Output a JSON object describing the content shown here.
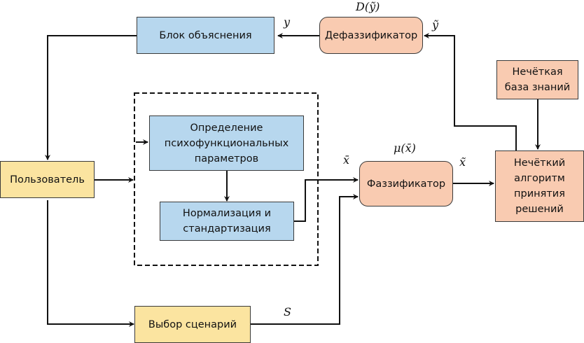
{
  "diagram": {
    "language": "ru",
    "nodes": {
      "explanation": {
        "label": "Блок объяснения",
        "color": "#b7d7ee"
      },
      "defuzzifier": {
        "label": "Дефаззификатор",
        "color": "#f9cbb1"
      },
      "knowledge_base": {
        "label": "Нечёткая\nбаза знаний",
        "color": "#f9cbb1"
      },
      "determination": {
        "label": "Определение\nпсихофункциональных\nпараметров",
        "color": "#b7d7ee"
      },
      "normalization": {
        "label": "Нормализация и\nстандартизация",
        "color": "#b7d7ee"
      },
      "user": {
        "label": "Пользователь",
        "color": "#fbe4a0"
      },
      "fuzzifier": {
        "label": "Фаззификатор",
        "color": "#f9cbb1"
      },
      "decision_algorithm": {
        "label": "Нечёткий\nалгоритм\nпринятия\nрешений",
        "color": "#f9cbb1"
      },
      "scenario_choice": {
        "label": "Выбор сценарий",
        "color": "#fbe4a0"
      }
    },
    "labels": {
      "y": "y",
      "y_tilde": "ỹ",
      "d_y_tilde": "D(ỹ)",
      "x_bar": "x̄",
      "mu_x_bar": "μ(x̄)",
      "x_tilde": "x̃",
      "s": "S"
    },
    "edges": [
      {
        "from": "decision_algorithm",
        "to": "defuzzifier",
        "label": "ỹ"
      },
      {
        "from": "defuzzifier",
        "to": "explanation",
        "label": "y"
      },
      {
        "from": "explanation",
        "to": "user"
      },
      {
        "from": "user",
        "to": "preprocessing_group"
      },
      {
        "from": "determination",
        "to": "normalization"
      },
      {
        "from": "normalization",
        "to": "fuzzifier",
        "label": "x̄"
      },
      {
        "from": "user",
        "to": "scenario_choice"
      },
      {
        "from": "scenario_choice",
        "to": "fuzzifier",
        "label": "S"
      },
      {
        "from": "fuzzifier",
        "to": "decision_algorithm",
        "label": "x̃"
      },
      {
        "from": "knowledge_base",
        "to": "decision_algorithm"
      }
    ],
    "line_color": "#111111"
  }
}
